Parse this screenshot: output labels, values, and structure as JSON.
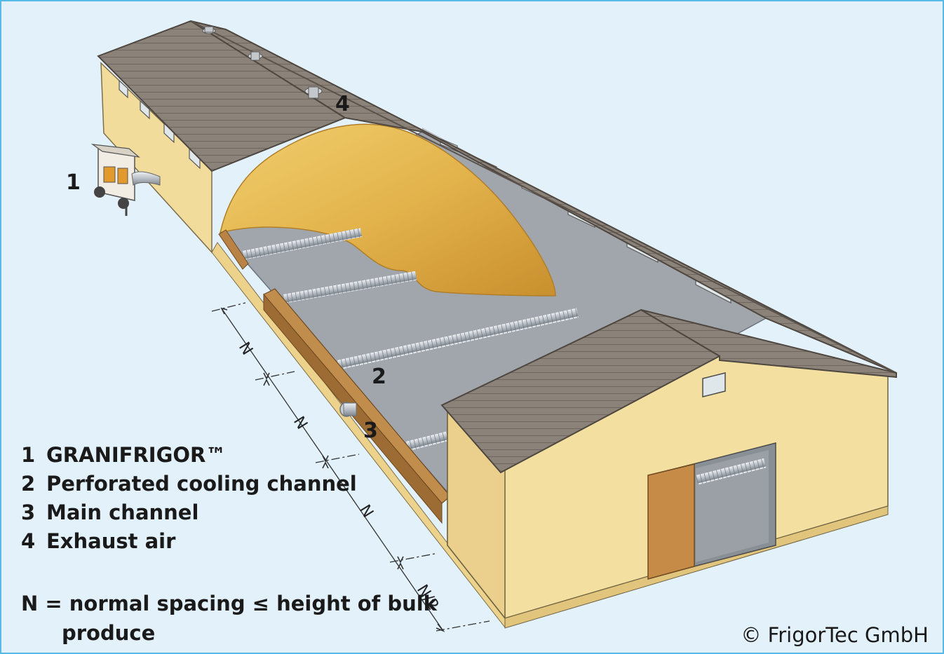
{
  "callouts": {
    "c1": "1",
    "c2": "2",
    "c3": "3",
    "c4": "4"
  },
  "legend": [
    {
      "num": "1",
      "label": "GRANIFRIGOR™"
    },
    {
      "num": "2",
      "label": "Perforated cooling channel"
    },
    {
      "num": "3",
      "label": "Main channel"
    },
    {
      "num": "4",
      "label": "Exhaust air"
    }
  ],
  "note": {
    "line1": "N = normal spacing ≤ height of bulk",
    "line2": "produce"
  },
  "dimension_labels": [
    "N",
    "N",
    "N",
    "N/2"
  ],
  "copyright": "© FrigorTec GmbH",
  "colors": {
    "background": "#e3f1fb",
    "border": "#59b9e6",
    "roof": "#8a8178",
    "wall": "#f3dfa0",
    "grain": "#e3b34c",
    "floor": "#9ea4aa",
    "beam": "#b98345",
    "duct": "#c9ced3"
  }
}
